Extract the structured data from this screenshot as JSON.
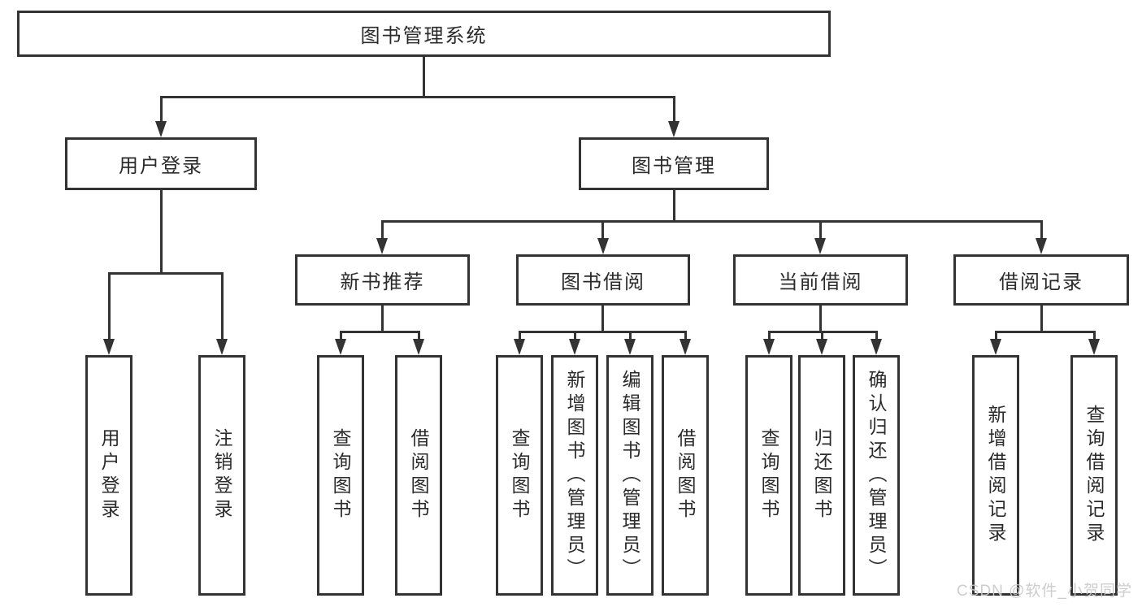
{
  "diagram": {
    "root": {
      "label": "图书管理系统"
    },
    "branches": [
      {
        "label": "用户登录",
        "children": [
          {
            "label": "用户登录"
          },
          {
            "label": "注销登录"
          }
        ]
      },
      {
        "label": "图书管理",
        "children": [
          {
            "label": "新书推荐",
            "children": [
              {
                "label": "查询图书"
              },
              {
                "label": "借阅图书"
              }
            ]
          },
          {
            "label": "图书借阅",
            "children": [
              {
                "label": "查询图书"
              },
              {
                "label": "新增图书（管理员）"
              },
              {
                "label": "编辑图书（管理员）"
              },
              {
                "label": "借阅图书"
              }
            ]
          },
          {
            "label": "当前借阅",
            "children": [
              {
                "label": "查询图书"
              },
              {
                "label": "归还图书"
              },
              {
                "label": "确认归还（管理员）"
              }
            ]
          },
          {
            "label": "借阅记录",
            "children": [
              {
                "label": "新增借阅记录"
              },
              {
                "label": "查询借阅记录"
              }
            ]
          }
        ]
      }
    ]
  },
  "watermark": {
    "text": "CSDN @软件_小贺同学"
  },
  "colors": {
    "line": "#333333",
    "text": "#2b2b2b",
    "box_background": "#ffffff",
    "watermark": "#c9c9c9",
    "page_background": "#ffffff"
  }
}
